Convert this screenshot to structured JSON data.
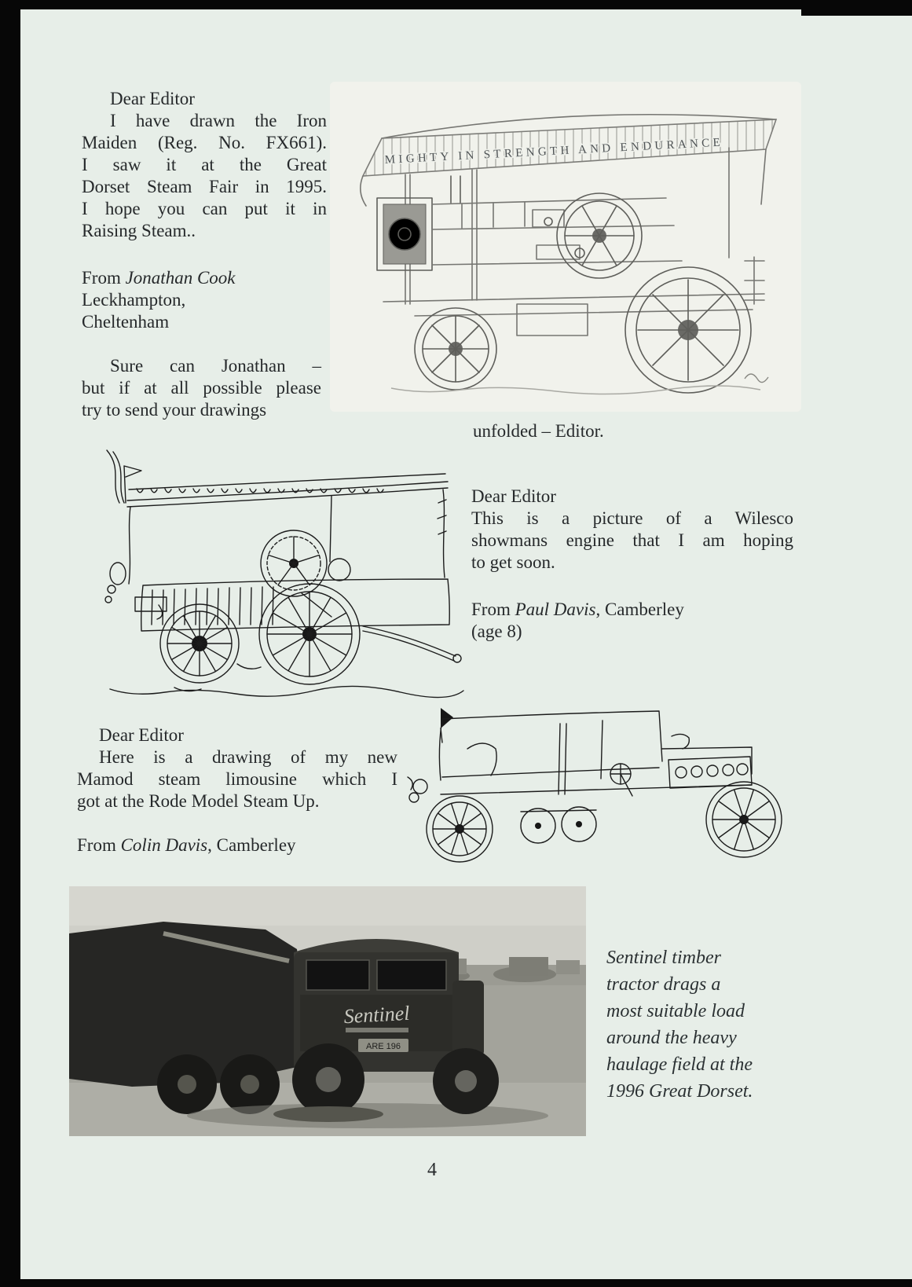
{
  "page": {
    "number": "4"
  },
  "letter1": {
    "salutation": "Dear Editor",
    "body": [
      "I have drawn the Iron",
      "Maiden (Reg. No. FX661).",
      "I saw it at the Great",
      "Dorset Steam Fair in 1995.",
      "I hope you can put it in",
      "Raising Steam.."
    ],
    "from_prefix": "From ",
    "from_name": "Jonathan Cook",
    "address": [
      "Leckhampton,",
      "Cheltenham"
    ],
    "reply": [
      "Sure can Jonathan –",
      "but if at all possible please",
      "try to send your drawings"
    ],
    "reply_end": "unfolded – Editor."
  },
  "letter2": {
    "salutation": "Dear Editor",
    "body": [
      "This is a picture of a Wilesco",
      "showmans engine that I am hoping",
      "to get soon."
    ],
    "from_prefix": "From ",
    "from_name": "Paul Davis",
    "from_rest": ", Camberley",
    "age": "(age 8)"
  },
  "letter3": {
    "salutation": "Dear Editor",
    "body": [
      "Here is a drawing of my new",
      "Mamod steam limousine which I",
      "got at the Rode Model Steam Up."
    ],
    "from_prefix": "From ",
    "from_name": "Colin Davis",
    "from_rest": ", Camberley"
  },
  "drawing_iron_maiden": {
    "banner": "MIGHTY IN STRENGTH AND ENDURANCE"
  },
  "photo": {
    "cab_text": "Sentinel",
    "plate_text": "ARE 196",
    "caption": [
      "Sentinel timber",
      "tractor drags a",
      "most suitable load",
      "around the heavy",
      "haulage field at the",
      "1996 Great Dorset."
    ]
  }
}
